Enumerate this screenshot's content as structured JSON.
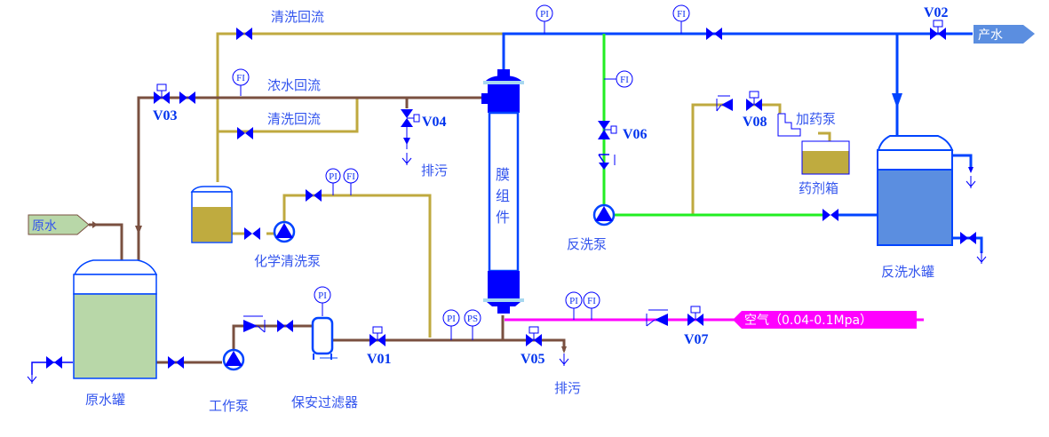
{
  "title": "超滤系统工艺流程图",
  "colors": {
    "raw_pipe": "#7a5040",
    "clean_pipe": "#bfa93f",
    "product_pipe": "#0044ff",
    "backwash_pipe": "#22ee22",
    "air_pipe": "#ff00ff",
    "symbol": "#0000ff",
    "raw_tank_fill": "#b8d7a8",
    "chem_fill": "#bfab3f",
    "backwash_fill": "#5b8ee0",
    "text": "#3355ee"
  },
  "streams": {
    "raw_water": "原水",
    "product_water": "产水",
    "air": "空气（0.04-0.1Mpa）"
  },
  "equipment": {
    "raw_tank": "原水罐",
    "work_pump": "工作泵",
    "security_filter": "保安过滤器",
    "chem_pump": "化学清洗泵",
    "membrane": [
      "膜",
      "组",
      "件"
    ],
    "backwash_pump": "反洗泵",
    "backwash_tank": "反洗水罐",
    "dosing_pump": "加药泵",
    "chem_box": "药剂箱"
  },
  "lines": {
    "clean_return_top": "清洗回流",
    "concentrate_return": "浓水回流",
    "clean_return_mid": "清洗回流",
    "drain_v04": "排污",
    "drain_v05": "排污"
  },
  "valves": [
    "V01",
    "V02",
    "V03",
    "V04",
    "V05",
    "V06",
    "V07",
    "V08"
  ],
  "instruments": {
    "pi": "PI",
    "fi": "FI",
    "ps": "PS"
  }
}
